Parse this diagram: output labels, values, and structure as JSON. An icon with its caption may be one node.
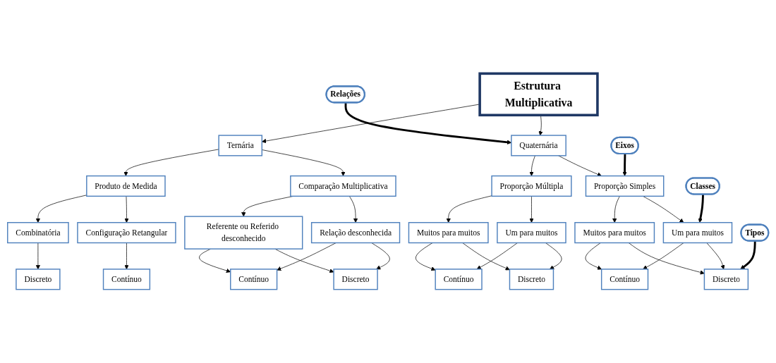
{
  "diagram": {
    "nodes": [
      {
        "text": [
          "Estrutura Multiplicativa"
        ]
      },
      {
        "text": [
          "Relações"
        ]
      },
      {
        "text": [
          "Quaternária"
        ]
      },
      {
        "text": [
          "Ternária"
        ]
      },
      {
        "text": [
          "Eixos"
        ]
      },
      {
        "text": [
          "Proporção Simples"
        ]
      },
      {
        "text": [
          "Proporção Múltipla"
        ]
      },
      {
        "text": [
          "Comparação Multiplicativa"
        ]
      },
      {
        "text": [
          "Produto de Medida"
        ]
      },
      {
        "text": [
          "Classes"
        ]
      },
      {
        "text": [
          "Um para muitos"
        ]
      },
      {
        "text": [
          "Muitos para muitos"
        ]
      },
      {
        "text": [
          "Um para muitos"
        ]
      },
      {
        "text": [
          "Muitos para muitos"
        ]
      },
      {
        "text": [
          "Relação desconhecida"
        ]
      },
      {
        "text": [
          "Referente ou Referido desconhecido"
        ]
      },
      {
        "text": [
          "Configuração Retangular"
        ]
      },
      {
        "text": [
          "Combinatória"
        ]
      },
      {
        "text": [
          "Tipos"
        ]
      },
      {
        "text": [
          "Discreto"
        ]
      },
      {
        "text": [
          "Contínuo"
        ]
      },
      {
        "text": [
          "Discreto"
        ]
      },
      {
        "text": [
          "Contínuo"
        ]
      },
      {
        "text": [
          "Discreto"
        ]
      },
      {
        "text": [
          "Contínuo"
        ]
      },
      {
        "text": [
          "Contínuo"
        ]
      },
      {
        "text": [
          "Discreto"
        ]
      }
    ],
    "edges": [
      {
        "from": 0,
        "to": 2,
        "arrow": "to"
      },
      {
        "from": 0,
        "to": 3,
        "arrow": "to"
      },
      {
        "from": 1,
        "to": 2,
        "arrow": "to",
        "style": "thick"
      },
      {
        "from": 2,
        "to": 5,
        "arrow": "to"
      },
      {
        "from": 2,
        "to": 6,
        "arrow": "to"
      },
      {
        "from": 3,
        "to": 7,
        "arrow": "to"
      },
      {
        "from": 3,
        "to": 8,
        "arrow": "to"
      },
      {
        "from": 4,
        "to": 5,
        "arrow": "to",
        "style": "thick"
      },
      {
        "from": 5,
        "to": 10,
        "arrow": "to"
      },
      {
        "from": 5,
        "to": 11,
        "arrow": "to"
      },
      {
        "from": 6,
        "to": 12,
        "arrow": "to"
      },
      {
        "from": 6,
        "to": 13,
        "arrow": "to"
      },
      {
        "from": 7,
        "to": 14,
        "arrow": "to"
      },
      {
        "from": 7,
        "to": 15,
        "arrow": "to"
      },
      {
        "from": 8,
        "to": 16,
        "arrow": "to"
      },
      {
        "from": 8,
        "to": 17,
        "arrow": "to"
      },
      {
        "from": 9,
        "to": 10,
        "arrow": "to",
        "style": "thick"
      },
      {
        "from": 10,
        "to": 19,
        "arrow": "to"
      },
      {
        "from": 10,
        "to": 20,
        "arrow": "to"
      },
      {
        "from": 11,
        "to": 19,
        "arrow": "to"
      },
      {
        "from": 11,
        "to": 20,
        "arrow": "to"
      },
      {
        "from": 12,
        "to": 21,
        "arrow": "to"
      },
      {
        "from": 12,
        "to": 22,
        "arrow": "to"
      },
      {
        "from": 13,
        "to": 21,
        "arrow": "to"
      },
      {
        "from": 13,
        "to": 22,
        "arrow": "to"
      },
      {
        "from": 14,
        "to": 23,
        "arrow": "to"
      },
      {
        "from": 14,
        "to": 24,
        "arrow": "to"
      },
      {
        "from": 15,
        "to": 23,
        "arrow": "to"
      },
      {
        "from": 15,
        "to": 24,
        "arrow": "to"
      },
      {
        "from": 16,
        "to": 25,
        "arrow": "to"
      },
      {
        "from": 17,
        "to": 26,
        "arrow": "to"
      },
      {
        "from": 18,
        "to": 19,
        "arrow": "to",
        "style": "thick"
      }
    ]
  }
}
